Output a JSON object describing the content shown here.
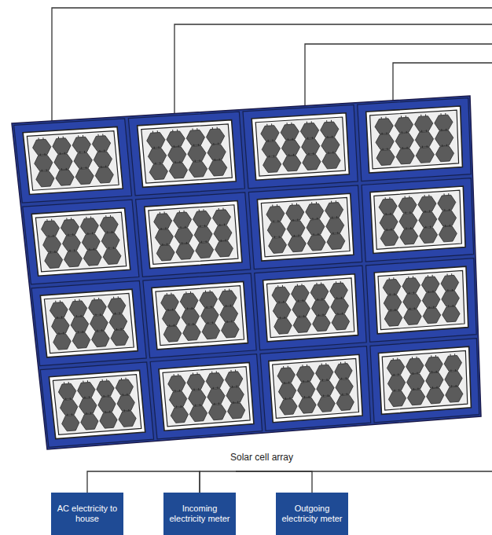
{
  "diagram": {
    "nodes": [
      {
        "text": [
          "AC electricity to house"
        ]
      },
      {
        "text": [
          "Incoming electricity meter"
        ]
      },
      {
        "text": [
          "Outgoing electricity meter"
        ]
      }
    ],
    "edges": [
      {
        "from": 0,
        "to": 1,
        "arrow": "none"
      },
      {
        "from": 1,
        "to": 2,
        "arrow": "none"
      }
    ],
    "labels": [
      "Solar cell array"
    ]
  }
}
